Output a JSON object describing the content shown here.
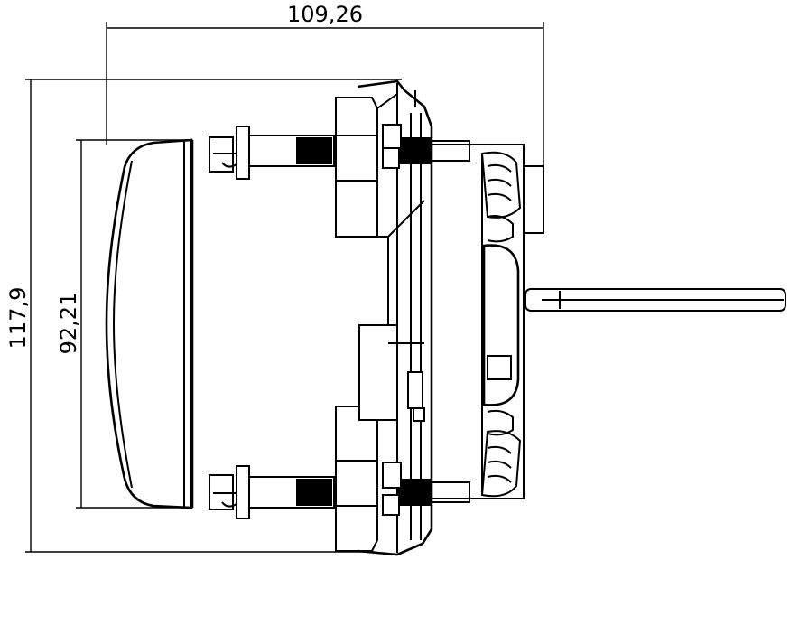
{
  "dimensions": {
    "overall_width": "109,26",
    "overall_height": "117,9",
    "lens_height": "92,21"
  },
  "colors": {
    "line": "#000000",
    "background": "#ffffff"
  }
}
